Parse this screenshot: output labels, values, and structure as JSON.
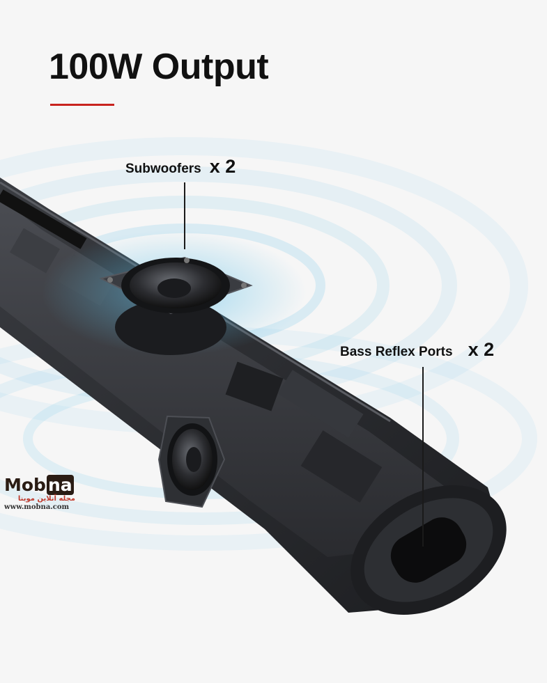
{
  "headline": "100W Output",
  "callouts": {
    "subwoofers": {
      "label": "Subwoofers",
      "multiplier": "x 2"
    },
    "bass_ports": {
      "label": "Bass Reflex Ports",
      "multiplier": "x 2"
    }
  },
  "watermark": {
    "brand_prefix": "Mob",
    "brand_suffix": "na",
    "subtitle": "مجله آنلاین موبنا",
    "url": "www.mobna.com"
  },
  "colors": {
    "accent": "#c8231e",
    "sound_wave": "#7ec8e6",
    "housing": "#2b2d31"
  }
}
